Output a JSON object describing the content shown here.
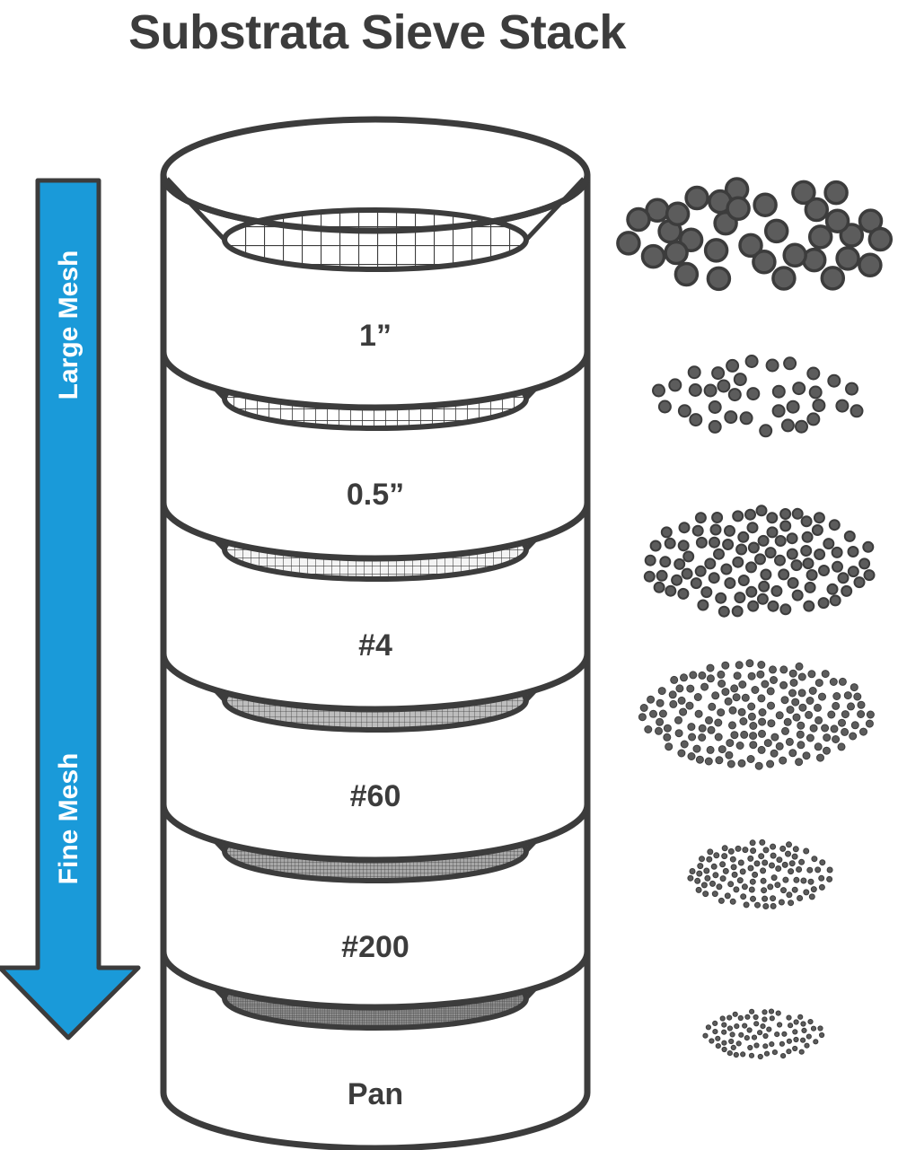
{
  "title": "Substrata Sieve Stack",
  "arrow": {
    "top_label": "Large Mesh",
    "bottom_label": "Fine Mesh",
    "color": "#1a9ad9"
  },
  "colors": {
    "outline": "#3c3c3c",
    "particle": "#5c5c5c",
    "background": "#ffffff"
  },
  "sieves": [
    {
      "label": "1”"
    },
    {
      "label": "0.5”"
    },
    {
      "label": "#4"
    },
    {
      "label": "#60"
    },
    {
      "label": "#200"
    },
    {
      "label": "Pan"
    }
  ]
}
